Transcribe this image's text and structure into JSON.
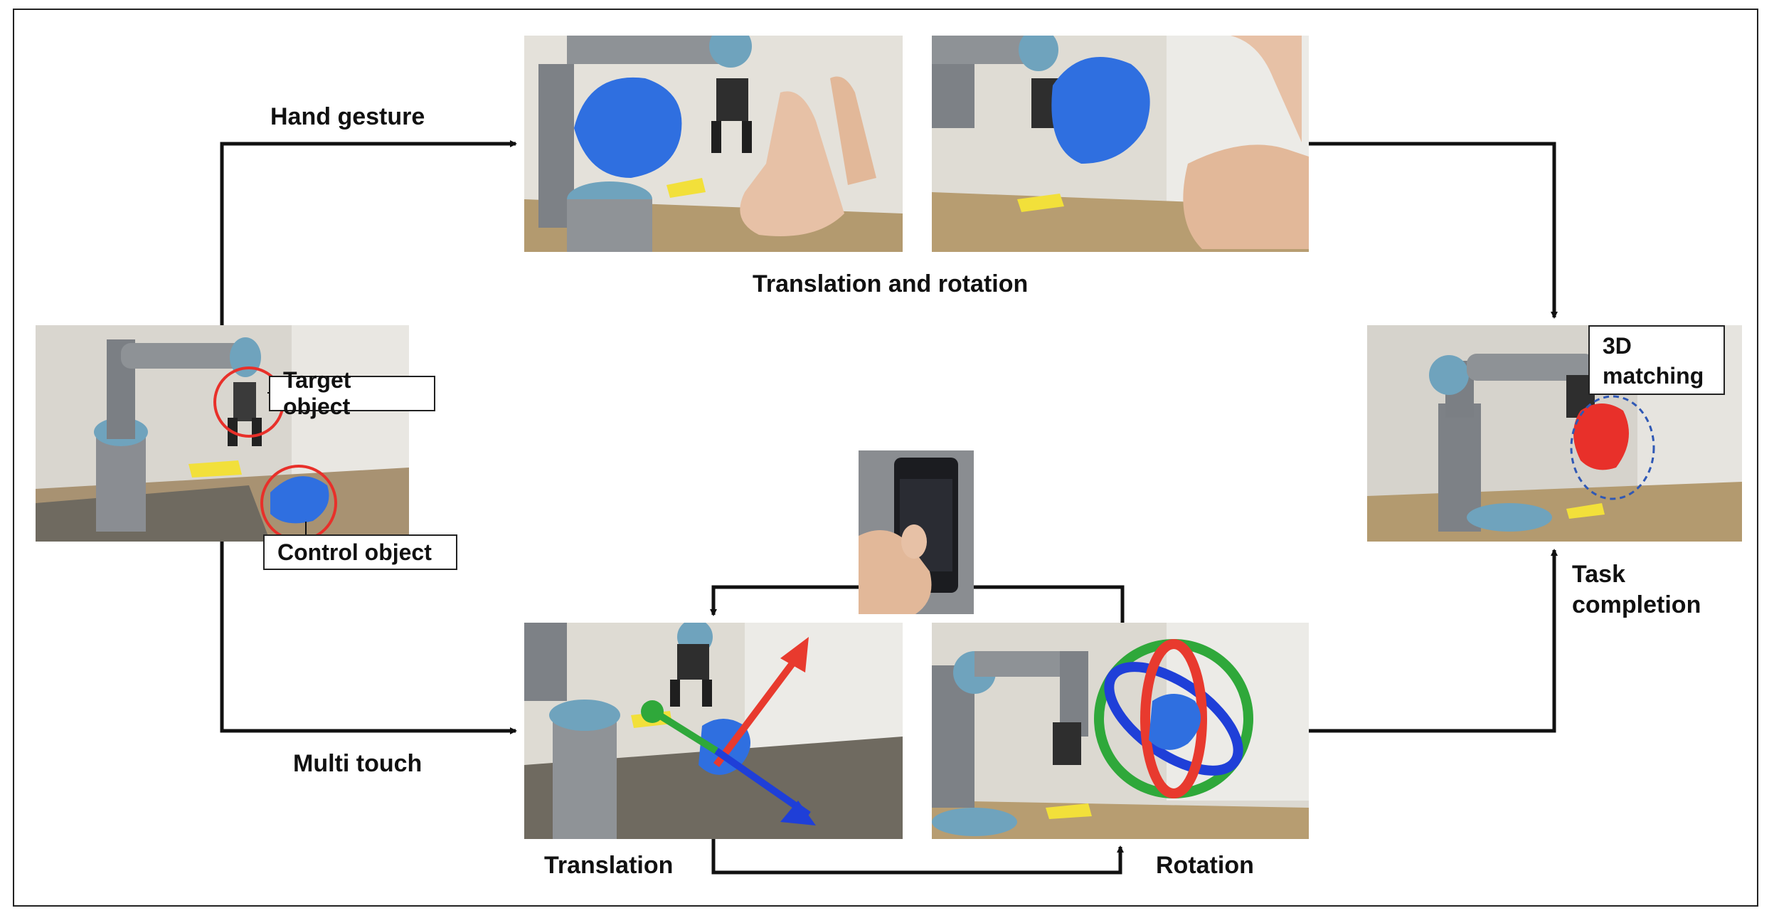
{
  "labels": {
    "hand_gesture": "Hand gesture",
    "translation_and_rotation": "Translation and rotation",
    "multi_touch": "Multi touch",
    "translation": "Translation",
    "rotation": "Rotation",
    "task_completion": "Task\ncompletion"
  },
  "callouts": {
    "target_object": "Target object",
    "control_object": "Control object",
    "matching": "3D\nmatching"
  },
  "colors": {
    "hologram_blue": "#2f6fe0",
    "target_red": "#e8302a",
    "axis_red": "#e83a2e",
    "axis_green": "#2fa83a",
    "axis_blue": "#1f3fd8",
    "sticky_yellow": "#f2e03a"
  }
}
